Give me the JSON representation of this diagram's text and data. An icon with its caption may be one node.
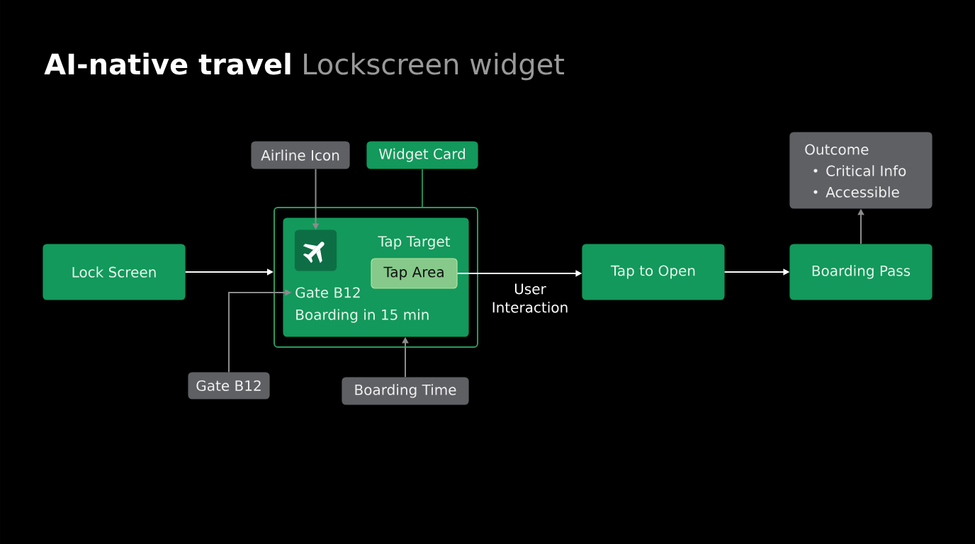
{
  "diagram": {
    "title": "AI-native travel",
    "nodes": [
      {
        "text": [
          "Lock Screen"
        ]
      },
      {
        "text": [],
        "shape": "box"
      },
      {
        "text": [
          "Gate B12",
          "Boarding in 15 min"
        ],
        "in": 1
      },
      {
        "text": [],
        "shape": "box",
        "in": 2
      },
      {
        "text": [
          "Tap Area"
        ],
        "beside": [
          "Tap Target"
        ],
        "in": 2
      },
      {
        "text": [
          "Airline Icon"
        ]
      },
      {
        "text": [
          "Widget Card"
        ]
      },
      {
        "text": [
          "Gate B12"
        ]
      },
      {
        "text": [
          "Boarding Time"
        ]
      },
      {
        "text": [
          "Tap to Open"
        ]
      },
      {
        "text": [
          "Boarding Pass"
        ]
      },
      {
        "text": [
          "Outcome",
          "Critical Info",
          "Accessible"
        ]
      }
    ],
    "edges": [
      {
        "from": 0,
        "to": 1,
        "arrow": "to",
        "color": "#ffffff"
      },
      {
        "from": 4,
        "to": 9,
        "arrow": "to",
        "label": "User Interaction",
        "color": "#ffffff"
      },
      {
        "from": 9,
        "to": 10,
        "arrow": "to",
        "color": "#ffffff"
      },
      {
        "from": 10,
        "to": 11,
        "arrow": "to",
        "color": "#8c8c8c"
      },
      {
        "from": 5,
        "to": 3,
        "arrow": "to",
        "color": "#8c8c8c"
      },
      {
        "from": 6,
        "to": 1,
        "arrow": "none",
        "color": "#1f8a55"
      },
      {
        "from": 7,
        "to": 2,
        "arrow": "to",
        "color": "#8c8c8c"
      },
      {
        "from": 8,
        "to": 2,
        "arrow": "to",
        "color": "#8c8c8c"
      }
    ],
    "labels": [
      "Lockscreen widget"
    ]
  }
}
